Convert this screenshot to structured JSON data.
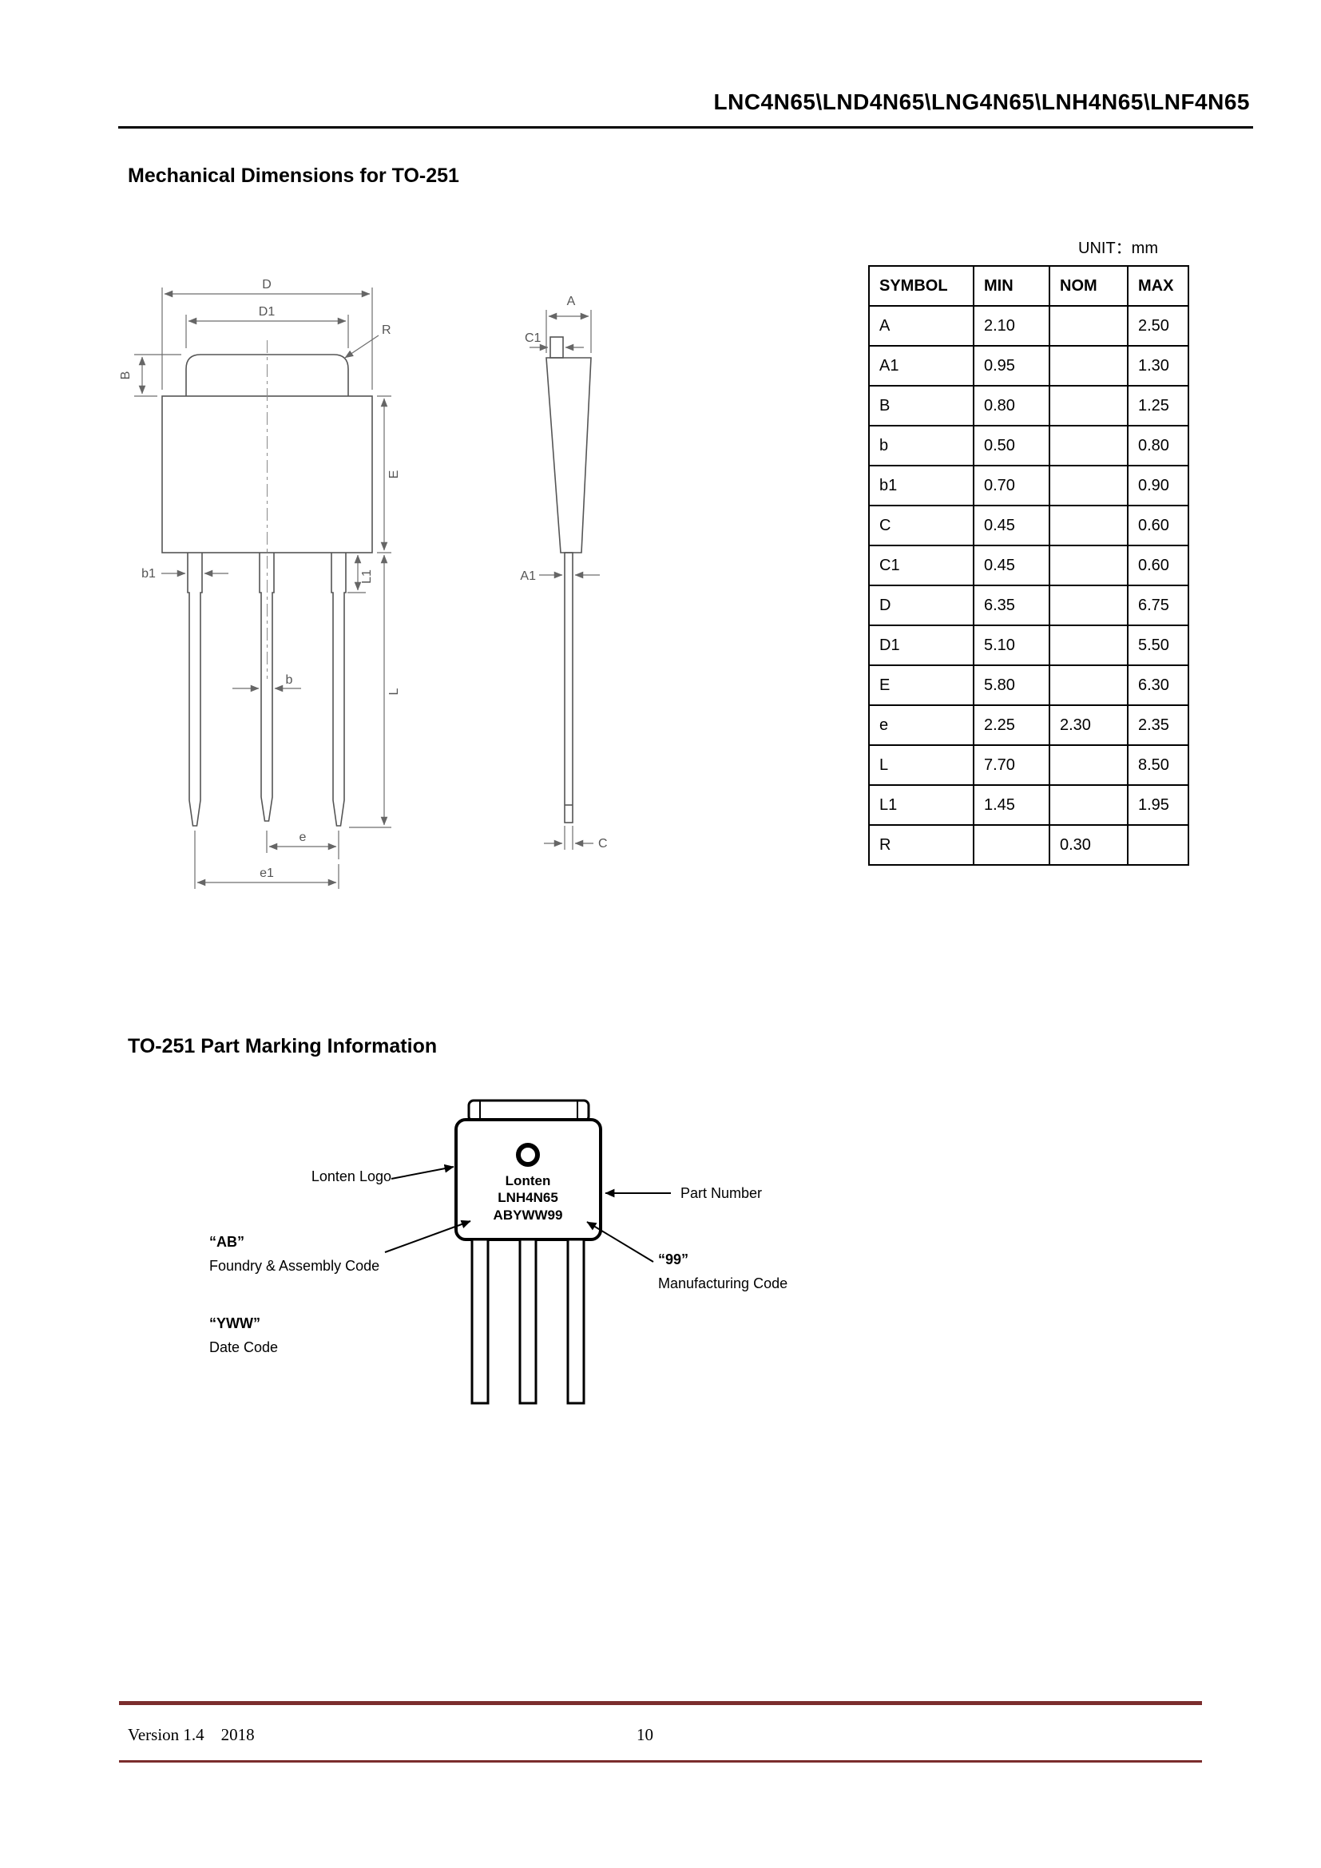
{
  "header": {
    "title": "LNC4N65\\LND4N65\\LNG4N65\\LNH4N65\\LNF4N65"
  },
  "mechanical": {
    "section_title": "Mechanical Dimensions for TO-251",
    "unit_label": "UNIT：mm",
    "table": {
      "headers": [
        "SYMBOL",
        "MIN",
        "NOM",
        "MAX"
      ],
      "rows": [
        [
          "A",
          "2.10",
          "",
          "2.50"
        ],
        [
          "A1",
          "0.95",
          "",
          "1.30"
        ],
        [
          "B",
          "0.80",
          "",
          "1.25"
        ],
        [
          "b",
          "0.50",
          "",
          "0.80"
        ],
        [
          "b1",
          "0.70",
          "",
          "0.90"
        ],
        [
          "C",
          "0.45",
          "",
          "0.60"
        ],
        [
          "C1",
          "0.45",
          "",
          "0.60"
        ],
        [
          "D",
          "6.35",
          "",
          "6.75"
        ],
        [
          "D1",
          "5.10",
          "",
          "5.50"
        ],
        [
          "E",
          "5.80",
          "",
          "6.30"
        ],
        [
          "e",
          "2.25",
          "2.30",
          "2.35"
        ],
        [
          "L",
          "7.70",
          "",
          "8.50"
        ],
        [
          "L1",
          "1.45",
          "",
          "1.95"
        ],
        [
          "R",
          "",
          "0.30",
          ""
        ]
      ]
    },
    "front_view_labels": {
      "D": "D",
      "D1": "D1",
      "R": "R",
      "B": "B",
      "E": "E",
      "b1": "b1",
      "L1": "L1",
      "b": "b",
      "L": "L",
      "e": "e",
      "e1": "e1"
    },
    "side_view_labels": {
      "A": "A",
      "C1": "C1",
      "A1": "A1",
      "C": "C"
    }
  },
  "marking": {
    "section_title": "TO-251 Part Marking Information",
    "package_text": {
      "brand": "Lonten",
      "part": "LNH4N65",
      "code": "ABYWW99"
    },
    "callouts": {
      "logo": "Lonten Logo",
      "part_number": "Part Number",
      "foundry_code": "“AB”",
      "foundry_desc": "Foundry & Assembly Code",
      "mfg_code": "“99”",
      "mfg_desc": "Manufacturing Code",
      "date_code": "“YWW”",
      "date_desc": "Date Code"
    }
  },
  "footer": {
    "version": "Version 1.4    2018",
    "page_number": "10"
  },
  "colors": {
    "footer_rule": "#7b2d2d"
  }
}
